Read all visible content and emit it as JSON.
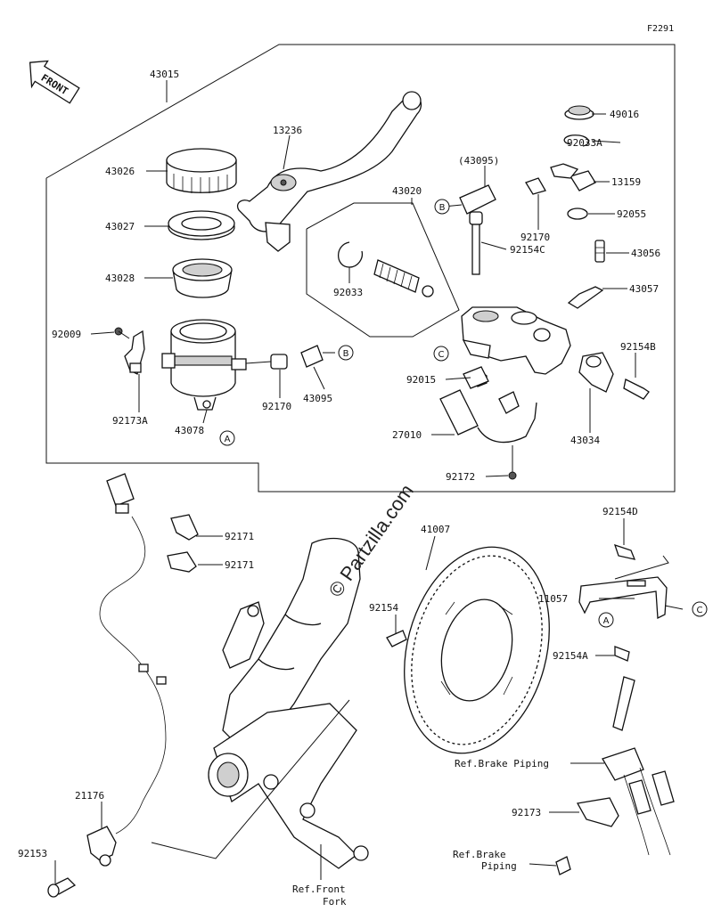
{
  "figure_id": "F2291",
  "front_label": "FRONT",
  "watermark": "© Partzilla.com",
  "parts": {
    "p43015": "43015",
    "p13236": "13236",
    "p43026": "43026",
    "p43027": "43027",
    "p43028": "43028",
    "p92009": "92009",
    "p92173A": "92173A",
    "p43078": "43078",
    "p92170a": "92170",
    "p43095a": "43095",
    "p43020": "43020",
    "p92033": "92033",
    "p43095b": "(43095)",
    "p92170b": "92170",
    "p49016": "49016",
    "p92033A": "92033A",
    "p13159": "13159",
    "p92055": "92055",
    "p92154C": "92154C",
    "p43056": "43056",
    "p43057": "43057",
    "p92154B": "92154B",
    "p92015": "92015",
    "p43034": "43034",
    "p27010": "27010",
    "p92172": "92172",
    "p92171a": "92171",
    "p92171b": "92171",
    "p41007": "41007",
    "p92154": "92154",
    "p92154D": "92154D",
    "p11057": "11057",
    "p92154A": "92154A",
    "p21176": "21176",
    "p92153": "92153",
    "p92173": "92173"
  },
  "refs": {
    "brake_piping_1": "Ref.Brake Piping",
    "brake_piping_2a": "Ref.Brake",
    "brake_piping_2b": "Piping",
    "front_fork_a": "Ref.Front",
    "front_fork_b": "Fork"
  },
  "callouts": {
    "a": "A",
    "b": "B",
    "c": "C"
  }
}
